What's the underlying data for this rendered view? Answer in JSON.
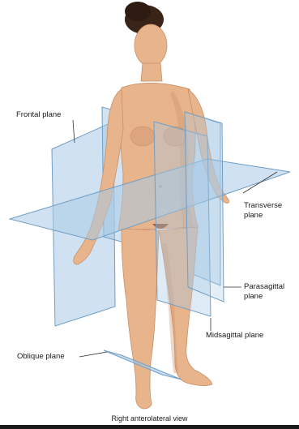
{
  "labels": {
    "frontal_plane": "Frontal plane",
    "transverse_plane_line1": "Transverse",
    "transverse_plane_line2": "plane",
    "parasagittal_plane_line1": "Parasagittal",
    "parasagittal_plane_line2": "plane",
    "midsagittal_plane": "Midsagittal plane",
    "oblique_plane": "Oblique plane"
  },
  "caption": "Right anterolateral view",
  "colors": {
    "plane_fill": "#a9cbe6",
    "plane_edge": "#6f9ec6",
    "skin": "#e8b48c",
    "skin_shadow": "#c98f66",
    "hair": "#3a2418",
    "leader": "#333333"
  }
}
